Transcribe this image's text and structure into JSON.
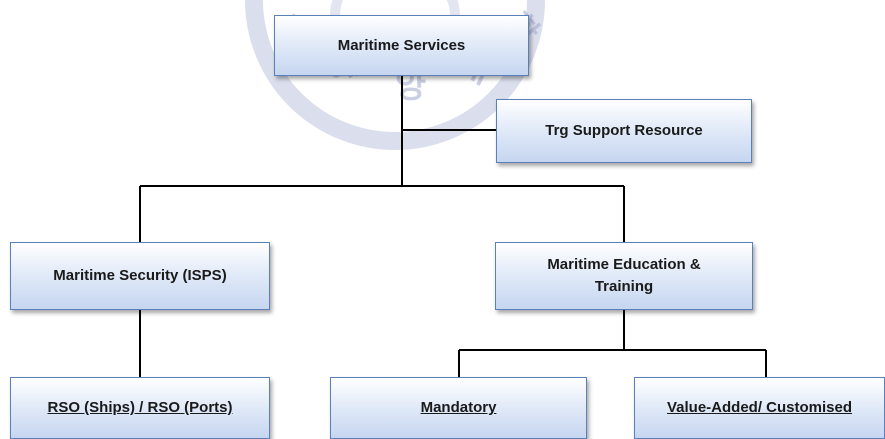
{
  "watermark": {
    "glyph_1": "해",
    "glyph_2": "양",
    "glyph_3": "대",
    "glyph_4": "학",
    "glyph_5": "국"
  },
  "chart": {
    "root": {
      "label": "Maritime Services"
    },
    "support": {
      "label": "Trg Support Resource"
    },
    "security": {
      "label": "Maritime Security (ISPS)"
    },
    "education": {
      "label": "Maritime Education & Training"
    },
    "rso": {
      "label": "RSO (Ships) / RSO (Ports)"
    },
    "mandatory": {
      "label": "Mandatory"
    },
    "value_added": {
      "label": "Value-Added/ Customised"
    }
  },
  "colors": {
    "box_border": "#5b7fb8",
    "box_fill_top": "#ffffff",
    "box_fill_bottom": "#c6d6f0",
    "connector": "#000000",
    "watermark": "#b0b8d6"
  }
}
